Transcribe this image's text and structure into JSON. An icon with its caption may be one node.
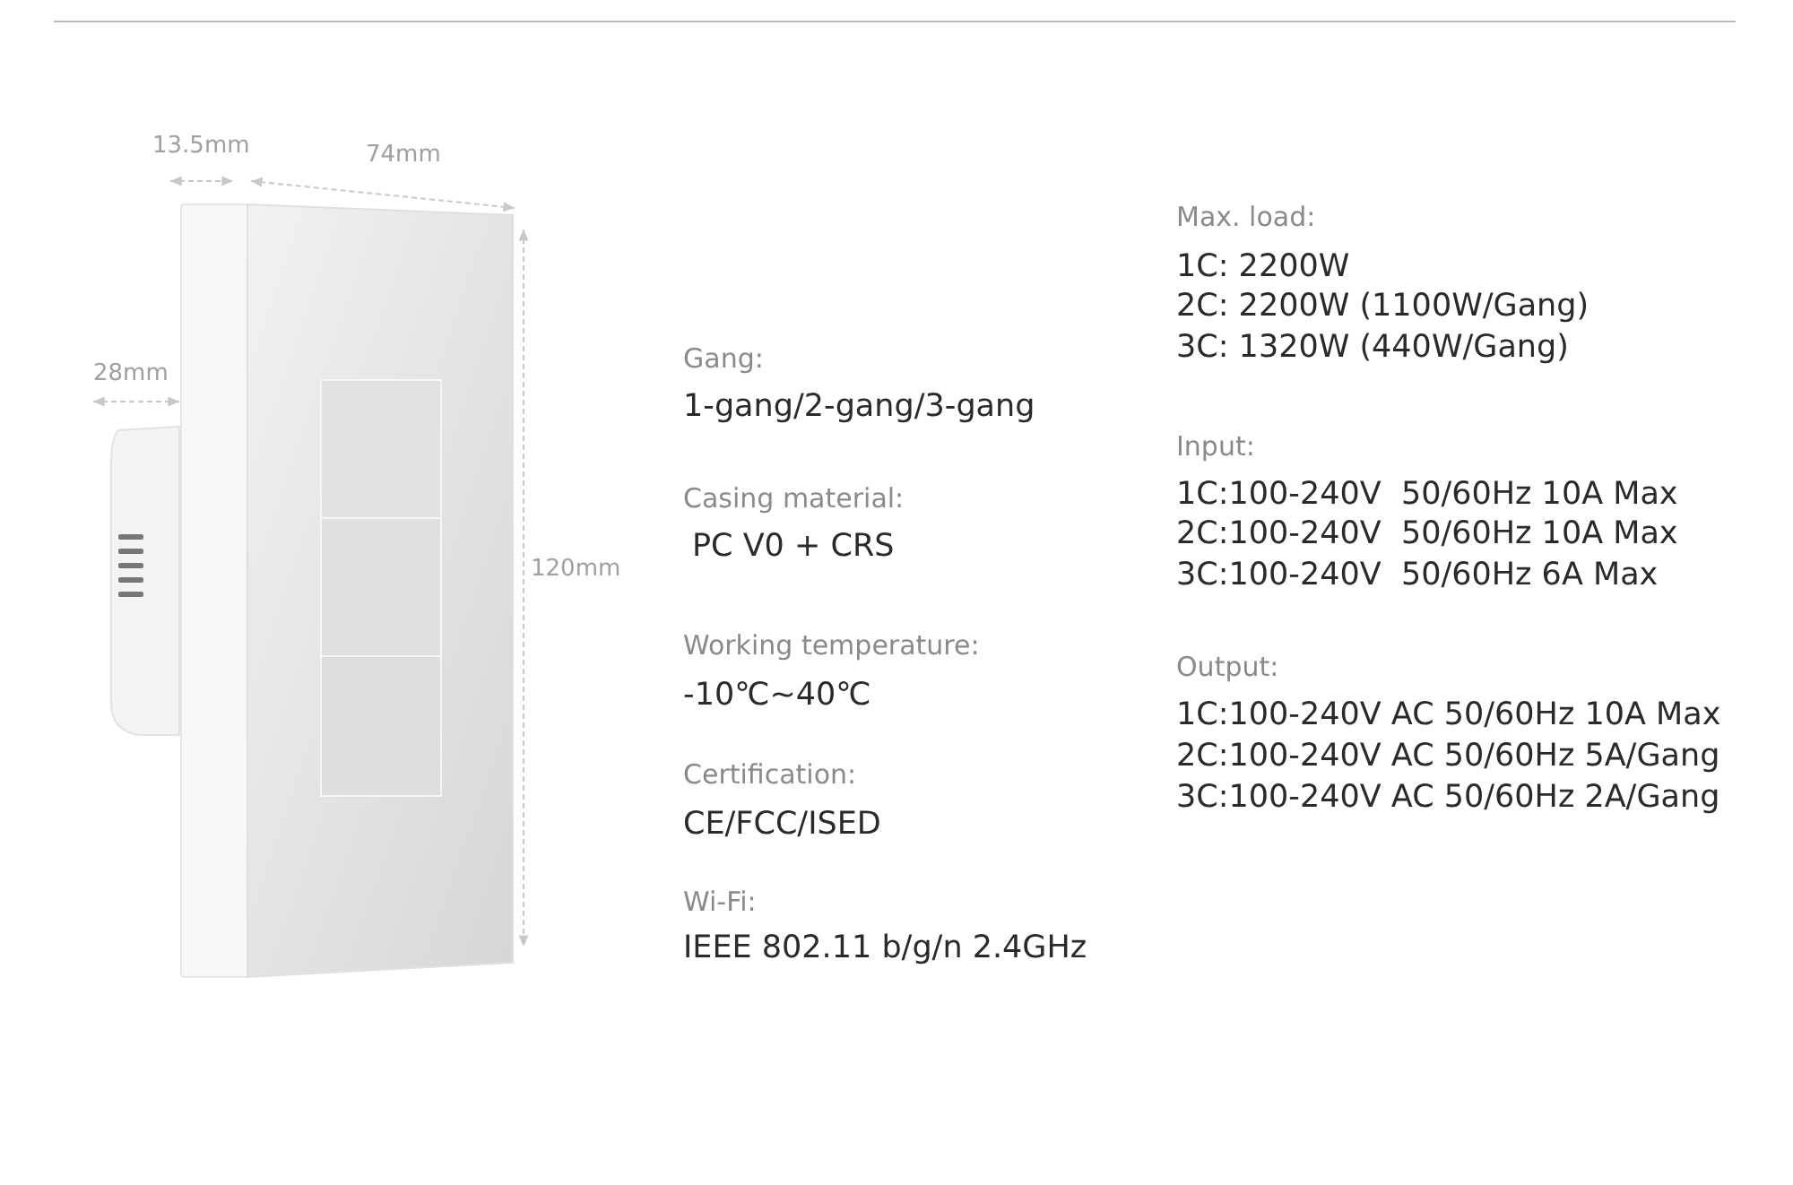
{
  "diagram": {
    "labels": [
      "13.5mm",
      "74mm",
      "28mm",
      "120mm",
      "Gang:",
      "1-gang/2-gang/3-gang",
      "Casing material:",
      "PC V0 + CRS",
      "Working temperature:",
      "-10℃~40℃",
      "Certification:",
      "CE/FCC/ISED",
      "Wi-Fi:",
      "IEEE 802.11 b/g/n 2.4GHz",
      "Max. load:",
      "1C: 2200W",
      "2C: 2200W (1100W/Gang)",
      "3C: 1320W (440W/Gang)",
      "Input:",
      "1C:100-240V  50/60Hz 10A Max",
      "2C:100-240V  50/60Hz 10A Max",
      "3C:100-240V  50/60Hz 6A Max",
      "Output:",
      "1C:100-240V AC 50/60Hz 10A Max",
      "2C:100-240V AC 50/60Hz 5A/Gang",
      "3C:100-240V AC 50/60Hz 2A/Gang"
    ]
  }
}
